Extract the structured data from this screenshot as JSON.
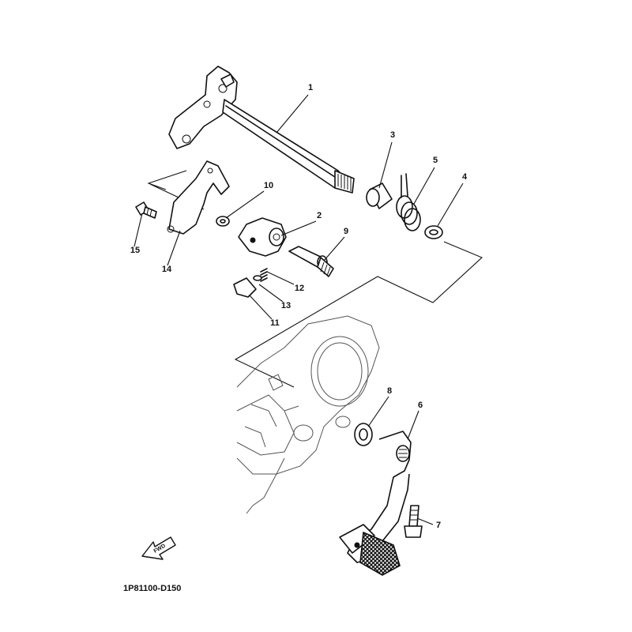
{
  "diagram": {
    "code": "1P81100-D150",
    "fwd_label": "FWD",
    "callouts": [
      "1",
      "2",
      "3",
      "4",
      "5",
      "6",
      "7",
      "8",
      "9",
      "10",
      "11",
      "12",
      "13",
      "14",
      "15"
    ]
  }
}
